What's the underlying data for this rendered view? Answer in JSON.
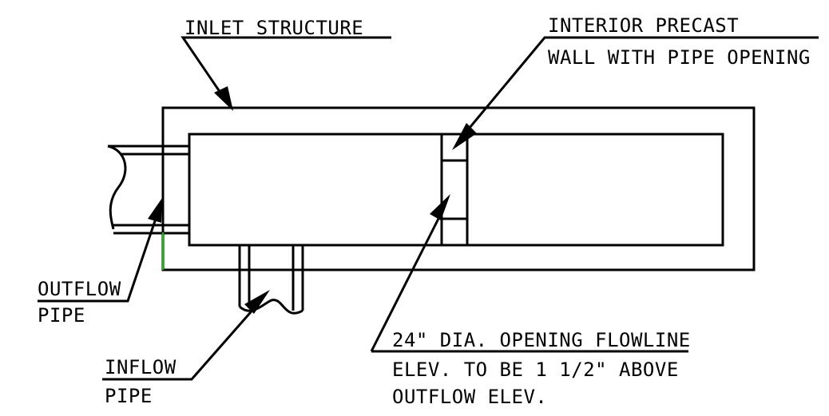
{
  "labels": {
    "inlet_structure": "INLET STRUCTURE",
    "interior_precast_line1": "INTERIOR PRECAST",
    "interior_precast_line2": "WALL WITH PIPE OPENING",
    "outflow_pipe_line1": "OUTFLOW",
    "outflow_pipe_line2": "PIPE",
    "inflow_pipe_line1": "INFLOW",
    "inflow_pipe_line2": "PIPE",
    "opening_note_line1": "24\" DIA. OPENING FLOWLINE",
    "opening_note_line2": "ELEV. TO BE 1 1/2\" ABOVE",
    "opening_note_line3": "OUTFLOW ELEV."
  },
  "colors": {
    "linework": "#000000",
    "accent_line": "#00cc00",
    "background": "#ffffff"
  }
}
